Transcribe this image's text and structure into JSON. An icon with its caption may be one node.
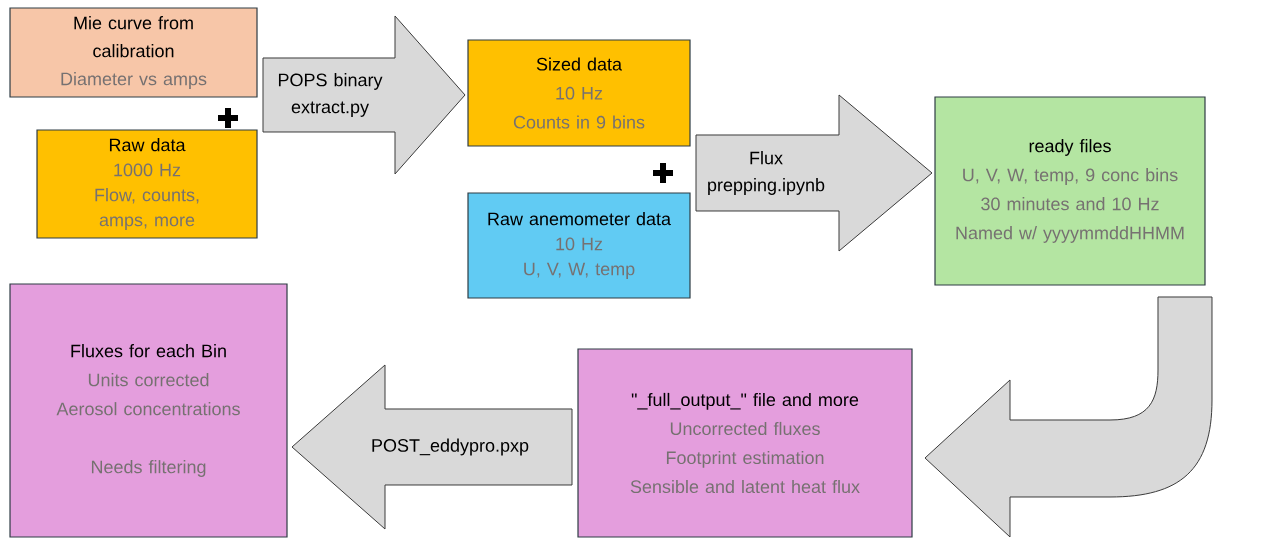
{
  "diagram": {
    "nodes": [
      {
        "text": [
          "Mie curve from calibration",
          "Diameter vs amps"
        ]
      },
      {
        "text": [
          "Raw data",
          "1000 Hz",
          "Flow, counts, amps, more"
        ]
      },
      {
        "text": [
          "Sized data",
          "10 Hz",
          "Counts in 9 bins"
        ]
      },
      {
        "text": [
          "Raw anemometer data",
          "10 Hz",
          "U, V, W, temp"
        ]
      },
      {
        "text": [
          "ready files",
          "U, V, W, temp, 9 conc bins",
          "30 minutes and 10 Hz",
          "Named w/ yyyymmddHHMM"
        ]
      },
      {
        "text": [
          "\"_full_output_\" file and more",
          "Uncorrected fluxes",
          "Footprint estimation",
          "Sensible and latent heat flux"
        ]
      },
      {
        "text": [
          "Fluxes for each Bin",
          "Units corrected",
          "Aerosol concentrations",
          "Needs filtering"
        ]
      }
    ],
    "edges": [
      {
        "from": 0,
        "to": 2,
        "arrow": "to",
        "label": "POPS binary extract.py"
      },
      {
        "from": 1,
        "to": 2,
        "arrow": "to"
      },
      {
        "from": 2,
        "to": 4,
        "arrow": "to",
        "label": "Flux prepping.ipynb"
      },
      {
        "from": 3,
        "to": 4,
        "arrow": "to"
      },
      {
        "from": 4,
        "to": 5,
        "arrow": "to"
      },
      {
        "from": 5,
        "to": 6,
        "arrow": "to",
        "label": "POST_eddypro.pxp"
      }
    ]
  }
}
